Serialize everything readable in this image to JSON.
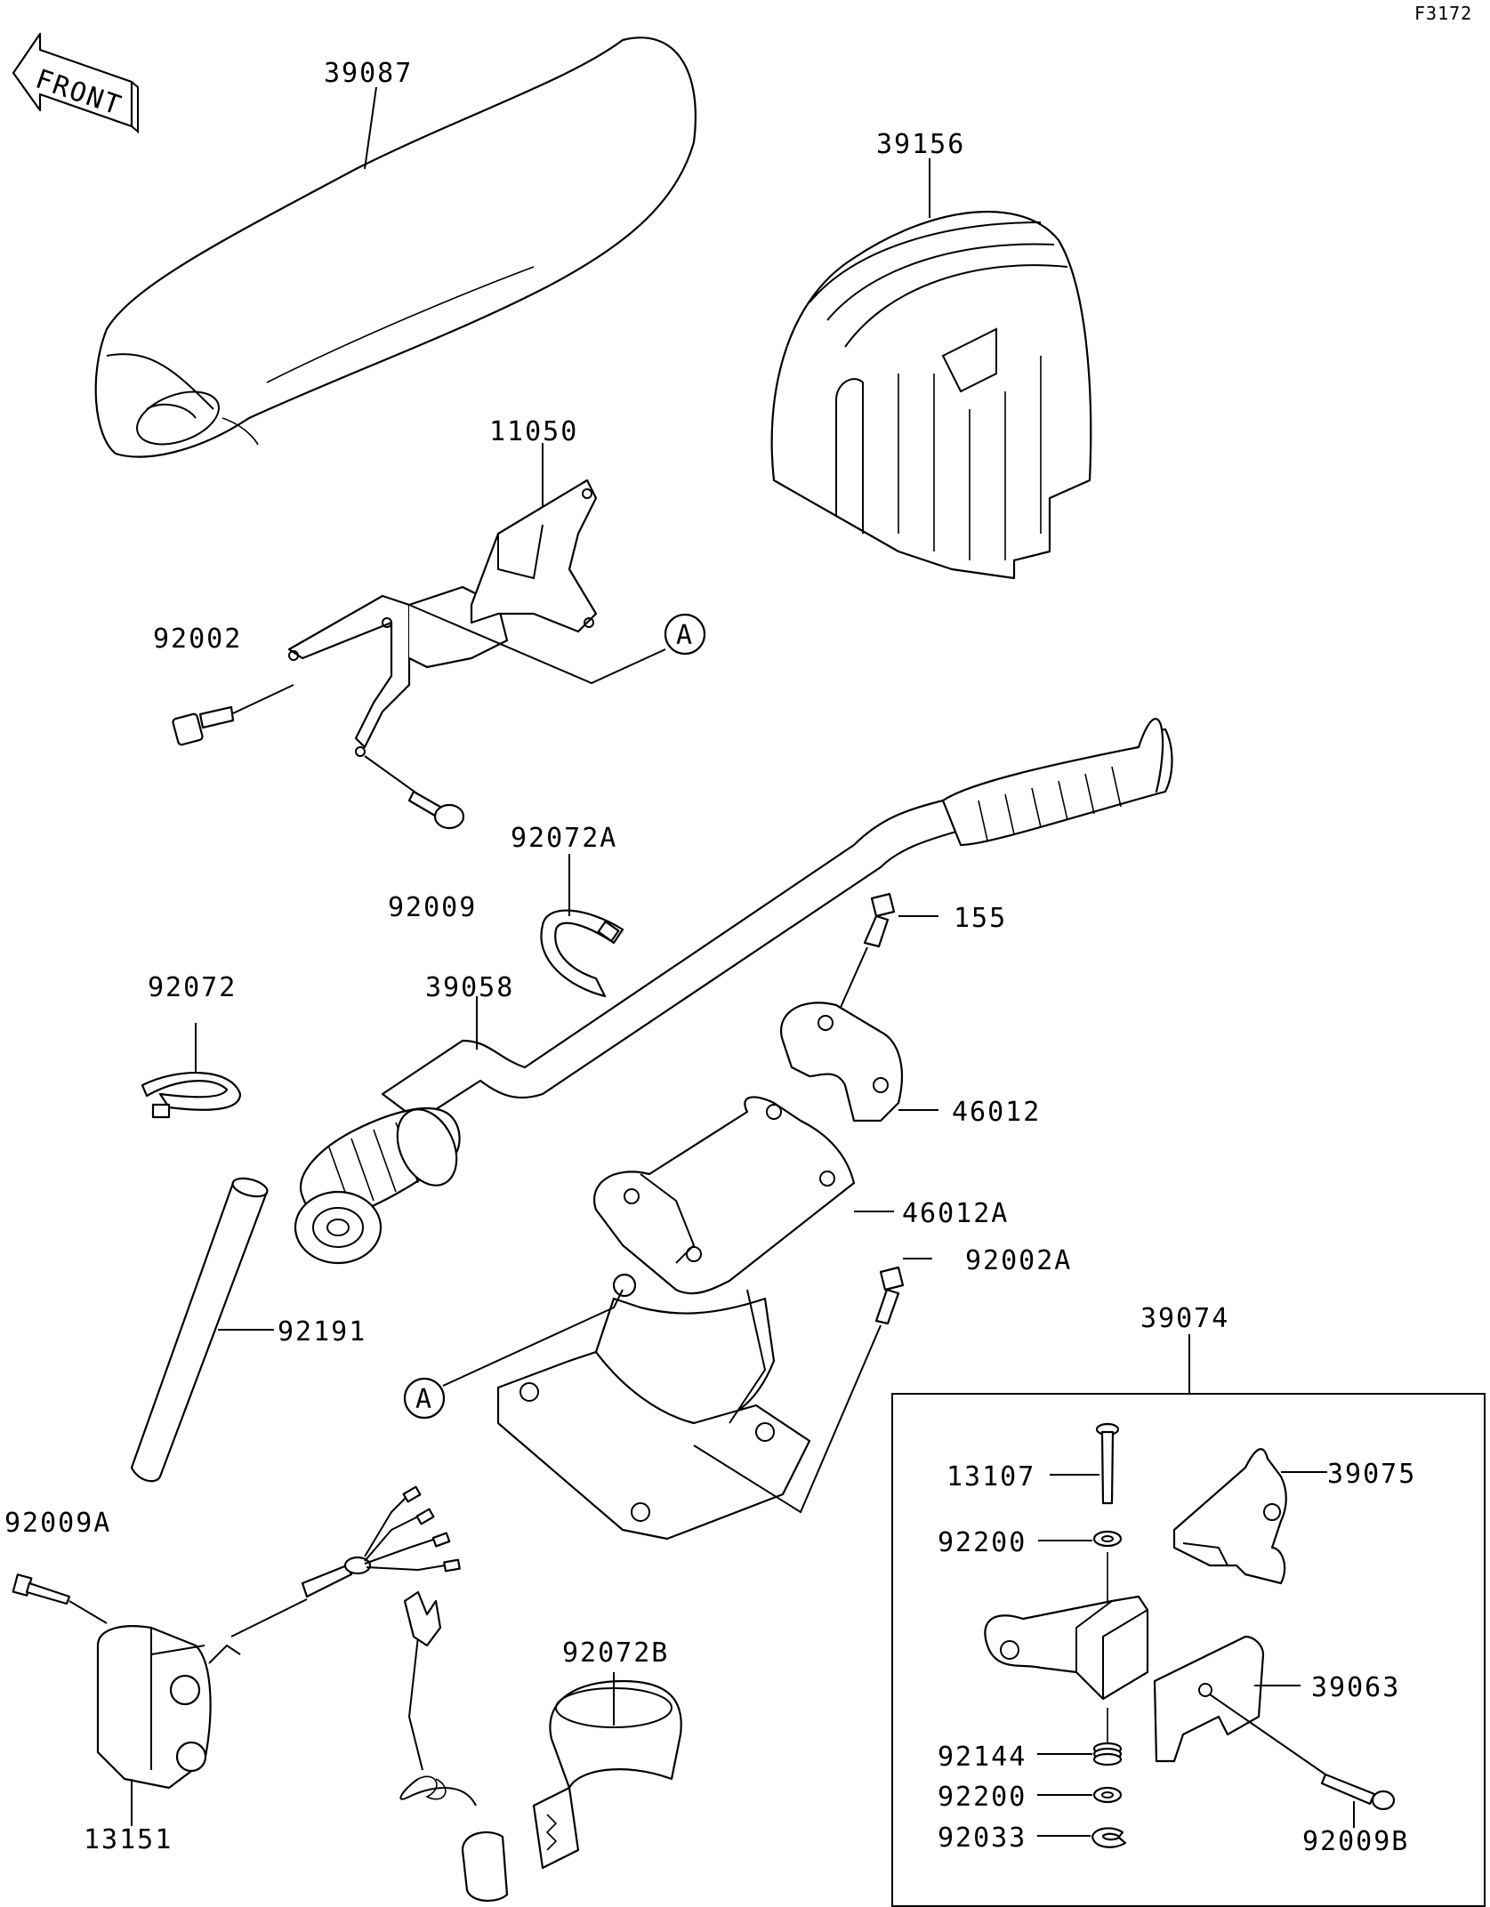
{
  "figure_id": "F3172",
  "front_arrow_label": "FRONT",
  "reference_marker": "A",
  "part_labels": [
    "39087",
    "39156",
    "11050",
    "92002",
    "92009",
    "92072A",
    "155",
    "92072",
    "39058",
    "46012",
    "46012A",
    "92002A",
    "92191",
    "39074",
    "13107",
    "39075",
    "92200",
    "92009A",
    "92072B",
    "39063",
    "92144",
    "92200",
    "92033",
    "13151",
    "92009B"
  ]
}
